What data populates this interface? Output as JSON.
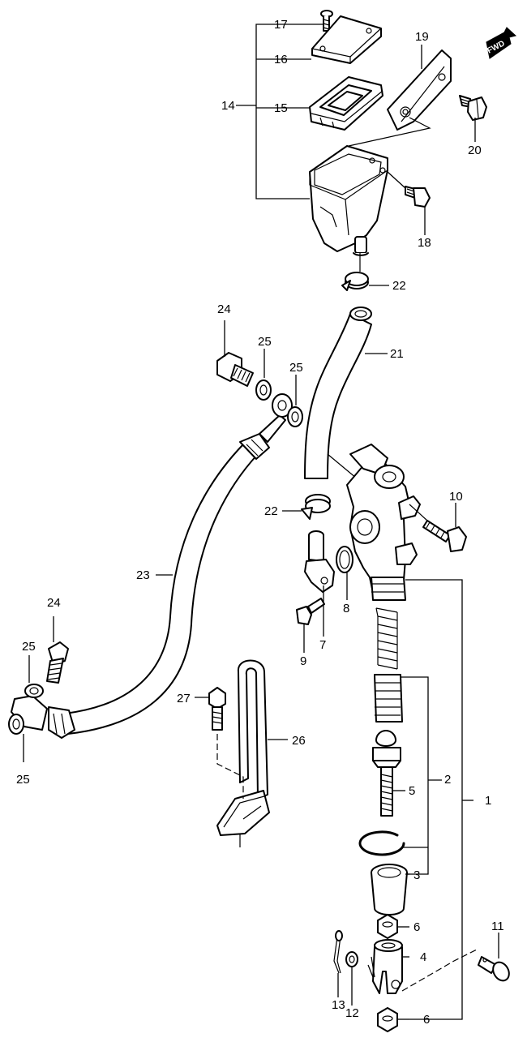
{
  "figure": {
    "fwd_badge": "FWD",
    "callouts": [
      {
        "id": "c1",
        "text": "1"
      },
      {
        "id": "c2",
        "text": "2"
      },
      {
        "id": "c3",
        "text": "3"
      },
      {
        "id": "c4",
        "text": "4"
      },
      {
        "id": "c5",
        "text": "5"
      },
      {
        "id": "c6a",
        "text": "6"
      },
      {
        "id": "c6b",
        "text": "6"
      },
      {
        "id": "c7",
        "text": "7"
      },
      {
        "id": "c8",
        "text": "8"
      },
      {
        "id": "c9",
        "text": "9"
      },
      {
        "id": "c10",
        "text": "10"
      },
      {
        "id": "c11",
        "text": "11"
      },
      {
        "id": "c12",
        "text": "12"
      },
      {
        "id": "c13",
        "text": "13"
      },
      {
        "id": "c14",
        "text": "14"
      },
      {
        "id": "c15",
        "text": "15"
      },
      {
        "id": "c16",
        "text": "16"
      },
      {
        "id": "c17",
        "text": "17"
      },
      {
        "id": "c18",
        "text": "18"
      },
      {
        "id": "c19",
        "text": "19"
      },
      {
        "id": "c20",
        "text": "20"
      },
      {
        "id": "c21",
        "text": "21"
      },
      {
        "id": "c22a",
        "text": "22"
      },
      {
        "id": "c22b",
        "text": "22"
      },
      {
        "id": "c23",
        "text": "23"
      },
      {
        "id": "c24a",
        "text": "24"
      },
      {
        "id": "c24b",
        "text": "24"
      },
      {
        "id": "c25a",
        "text": "25"
      },
      {
        "id": "c25b",
        "text": "25"
      },
      {
        "id": "c25c",
        "text": "25"
      },
      {
        "id": "c25d",
        "text": "25"
      },
      {
        "id": "c26",
        "text": "26"
      },
      {
        "id": "c27",
        "text": "27"
      }
    ]
  }
}
